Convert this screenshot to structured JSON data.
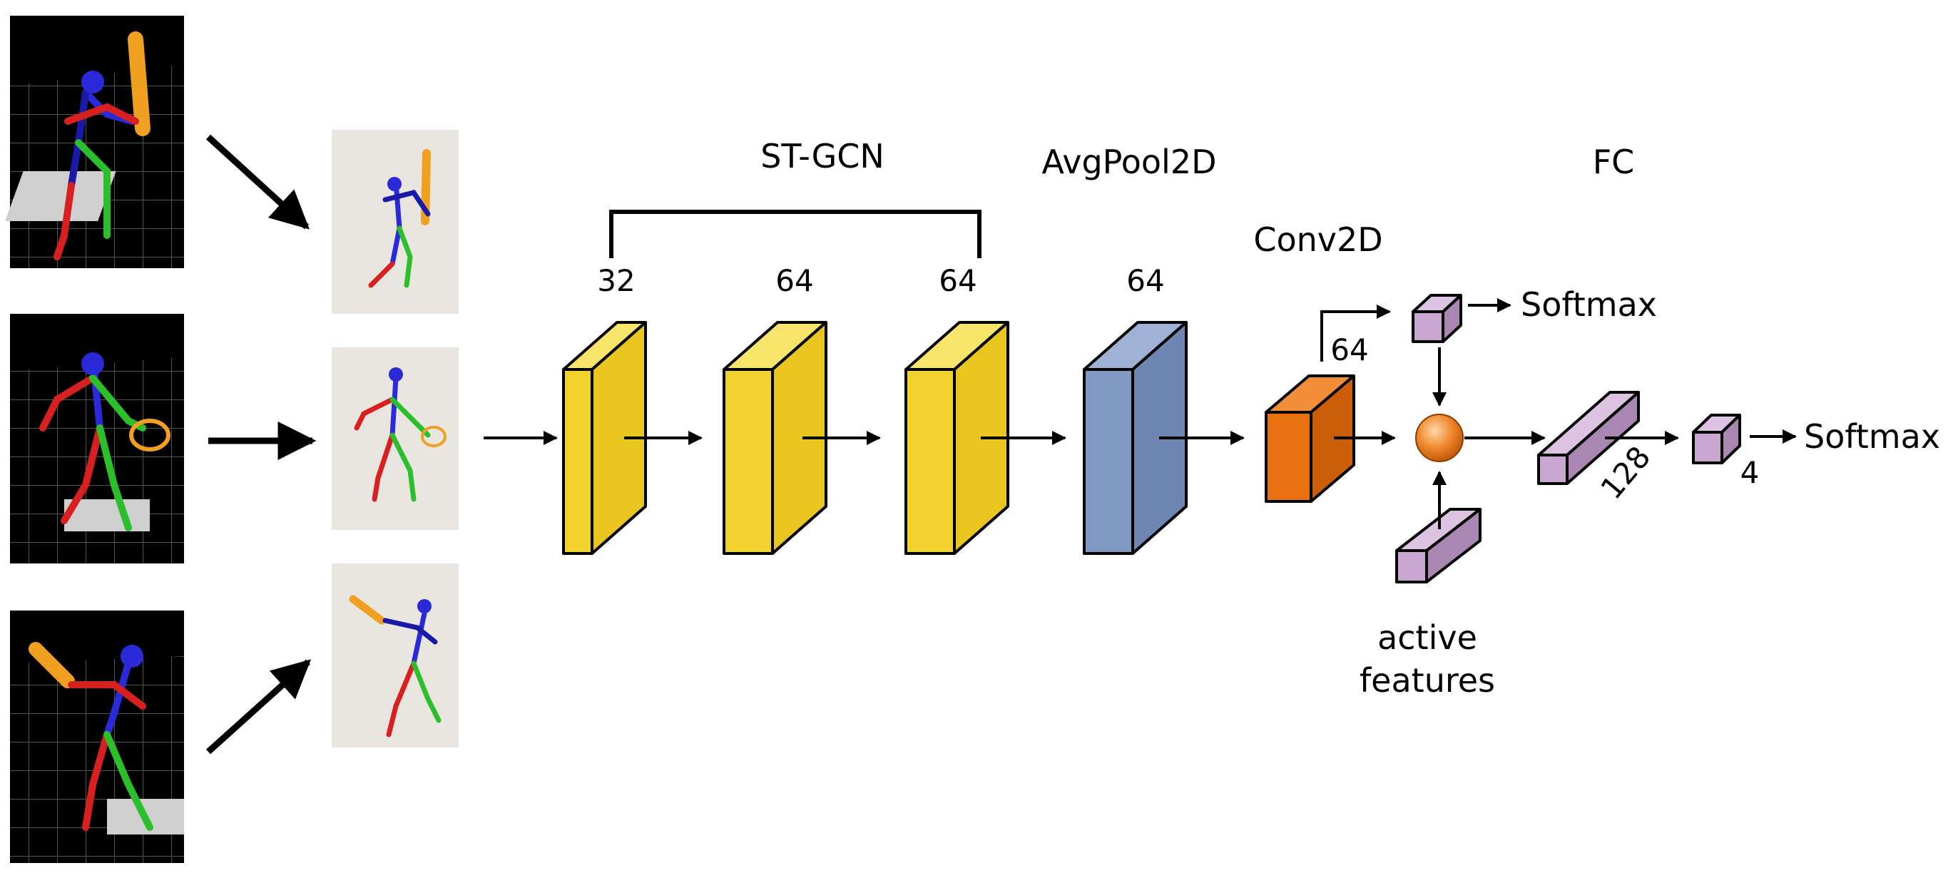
{
  "labels": {
    "st_gcn": "ST-GCN",
    "avgpool": "AvgPool2D",
    "conv2d": "Conv2D",
    "fc": "FC",
    "softmax_top": "Softmax",
    "softmax_right": "Softmax",
    "active_features_line1": "active",
    "active_features_line2": "features"
  },
  "channel_counts": {
    "gcn1": "32",
    "gcn2": "64",
    "gcn3": "64",
    "avgpool": "64",
    "conv2d": "64",
    "fc_hidden": "128",
    "output": "4"
  },
  "colors": {
    "gcn_block": "#f2d22e",
    "avgpool_block": "#8198c2",
    "conv_block": "#e8700f",
    "fc_block": "#c9a6d0",
    "merge_node": "#f08a30",
    "panel_bg": "#e9e5df",
    "scene_bg": "#000000"
  },
  "icons": {
    "merge_node": "concatenation-node-icon",
    "input_frames": "skeleton-motion-capture-icon",
    "normalized_skeletons": "skeleton-pose-icon"
  }
}
